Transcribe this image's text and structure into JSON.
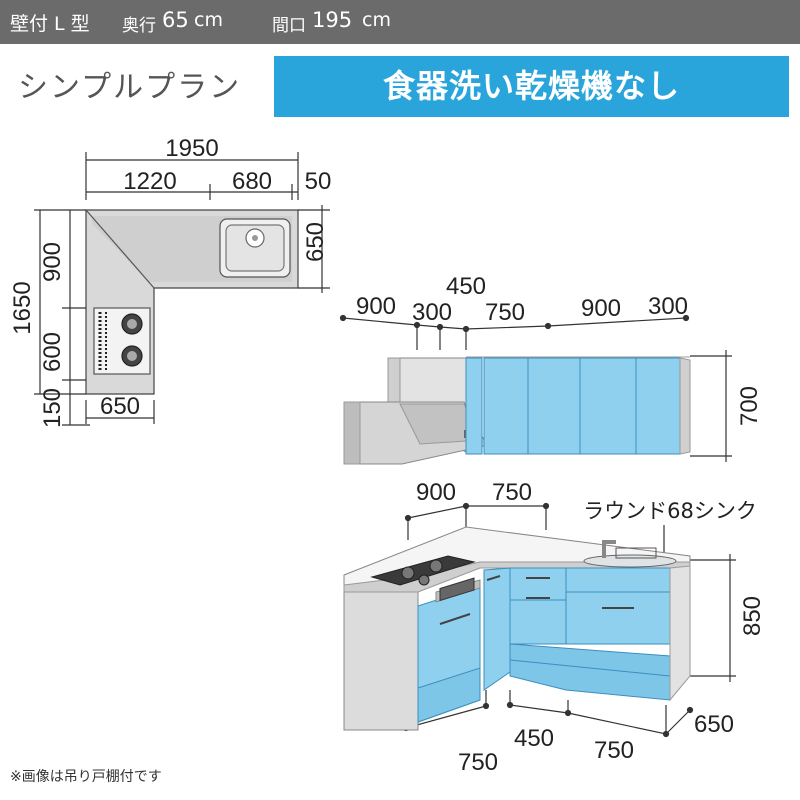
{
  "header": {
    "type_label": "壁付 L 型",
    "depth_label": "奥行",
    "depth_value": "65",
    "depth_unit": "cm",
    "width_label": "間口",
    "width_value": "195",
    "width_unit": "cm"
  },
  "plan_name": "シンプルプラン",
  "banner_text": "食器洗い乾燥機なし",
  "plan_view": {
    "total_width": "1950",
    "seg_left": "1220",
    "seg_mid": "680",
    "seg_right": "50",
    "right_depth": "650",
    "total_depth": "1650",
    "left_upper": "900",
    "left_middle": "600",
    "left_lower": "150",
    "bottom_depth": "650"
  },
  "wall_cabinets": {
    "d1": "900",
    "d2": "300",
    "d3": "450",
    "d4": "750",
    "d5": "900",
    "d6": "300",
    "height": "700"
  },
  "base_cabinets": {
    "top_left": "900",
    "top_right": "750",
    "sink_label": "ラウンド68シンク",
    "height": "850",
    "bottom_depth": "650",
    "bottom_mid": "450",
    "bottom_right": "750",
    "bottom_left": "750"
  },
  "footnote": "※画像は吊り戸棚付です",
  "colors": {
    "header_bg": "#6b6b6b",
    "banner_bg": "#2aa5dc",
    "cabinet_blue": "#8fd0ee",
    "cabinet_edge": "#3a8fbf"
  }
}
